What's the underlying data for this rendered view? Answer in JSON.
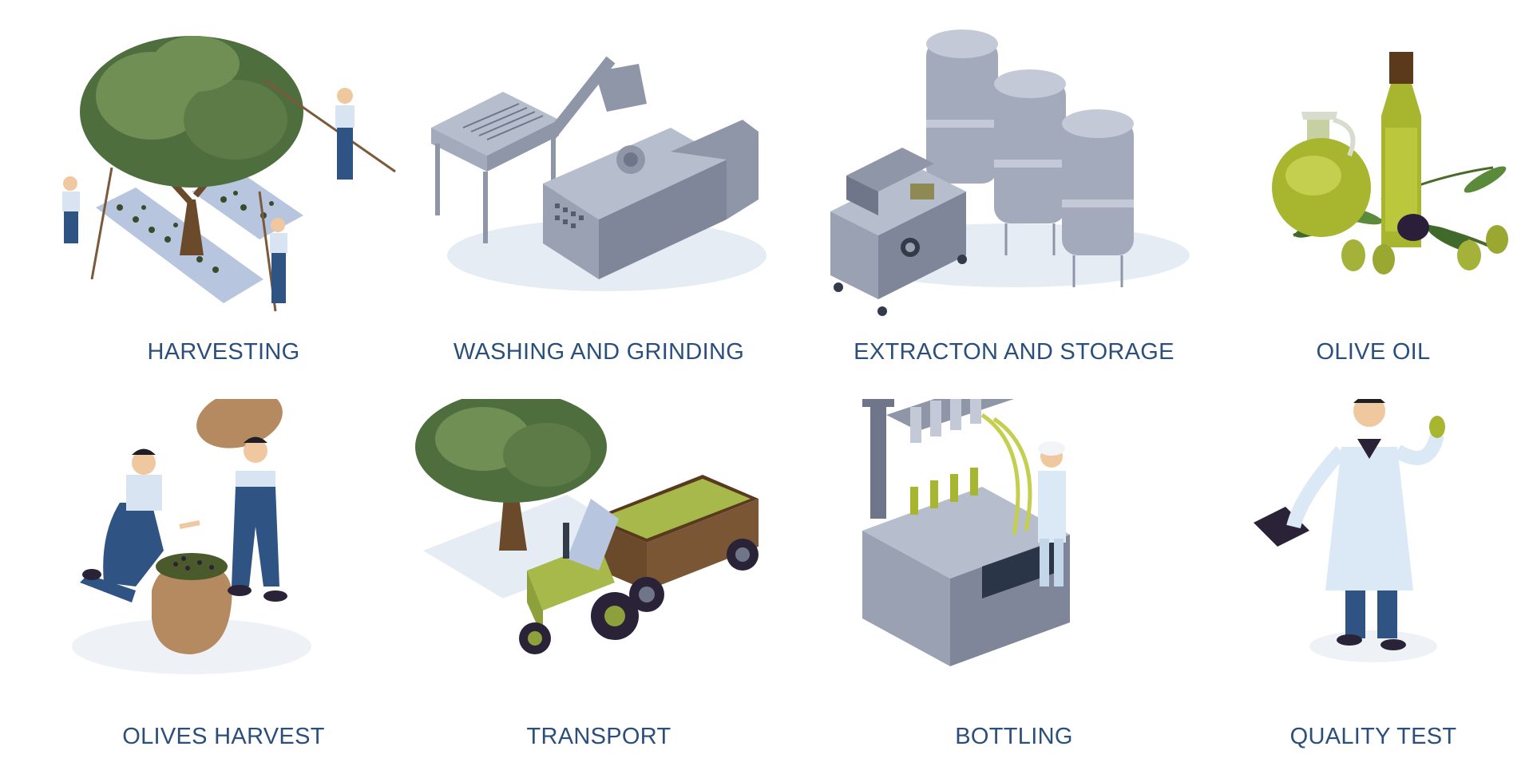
{
  "colors": {
    "caption": "#2b4f7a",
    "tree": "#4f6e3e",
    "tree_light": "#6f8f55",
    "trunk": "#6a4a2a",
    "machine": "#9aa1b3",
    "machine_dark": "#6f768a",
    "workwear": "#2f5382",
    "shirt": "#d9e4f2",
    "olive_oil": "#a8b52e",
    "tractor": "#a6b94a",
    "crate": "#6b4a2c",
    "lab_coat": "#dbe8f5"
  },
  "tiles": [
    {
      "caption": "HARVESTING",
      "icon": "harvesting-scene"
    },
    {
      "caption": "WASHING AND GRINDING",
      "icon": "washing-machine"
    },
    {
      "caption": "EXTRACTON AND STORAGE",
      "icon": "storage-tanks"
    },
    {
      "caption": "OLIVE OIL",
      "icon": "oil-bottles"
    },
    {
      "caption": "OLIVES HARVEST",
      "icon": "workers-with-sacks"
    },
    {
      "caption": "TRANSPORT",
      "icon": "tractor-with-trailer"
    },
    {
      "caption": "BOTTLING",
      "icon": "bottling-line"
    },
    {
      "caption": "QUALITY TEST",
      "icon": "lab-technician"
    }
  ]
}
